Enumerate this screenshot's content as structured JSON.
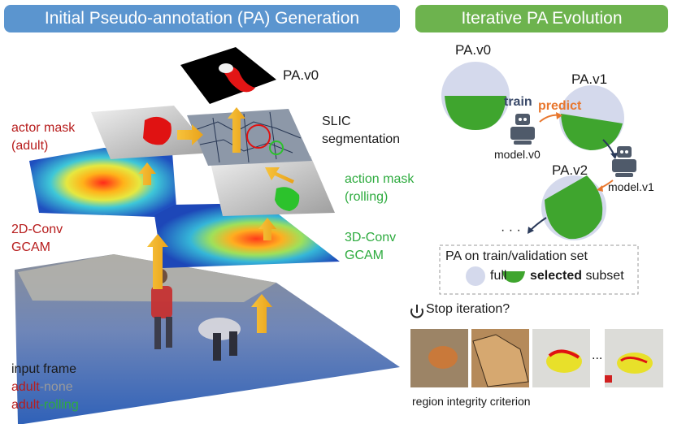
{
  "left_panel": {
    "title": "Initial Pseudo-annotation (PA) Generation",
    "labels": {
      "pa_v0": "PA.v0",
      "slic_line1": "SLIC",
      "slic_line2": "segmentation",
      "actor_mask_line1": "actor mask",
      "actor_mask_line2": "(adult)",
      "action_mask_line1": "action mask",
      "action_mask_line2": "(rolling)",
      "conv2d_line1": "2D-Conv",
      "conv2d_line2": "GCAM",
      "conv3d_line1": "3D-Conv",
      "conv3d_line2": "GCAM",
      "input_frame": "input frame",
      "adult_1": "adult",
      "none": "-none",
      "adult_2": "adult",
      "rolling": "-rolling"
    }
  },
  "right_panel": {
    "title": "Iterative PA Evolution",
    "pa_v0": "PA.v0",
    "pa_v1": "PA.v1",
    "pa_v2": "PA.v2",
    "train": "train",
    "predict": "predict",
    "model_v0": "model.v0",
    "model_v1": "model.v1",
    "ellipsis": "· · ·",
    "legend": {
      "title": "PA on train/validation set",
      "full": "full",
      "selected_bold": "selected",
      "selected_rest": " subset"
    },
    "stop_label": "Stop iteration?",
    "ellipsis_small": "...",
    "criterion": "region integrity criterion"
  },
  "colors": {
    "blue_banner": "#5b95cf",
    "green_banner": "#6db34e",
    "red_text": "#b71c1c",
    "green_text": "#2eab3f",
    "orange_text": "#e8772e",
    "circle_fill": "#d4d9ec",
    "selected_fill": "#3fa52e"
  }
}
